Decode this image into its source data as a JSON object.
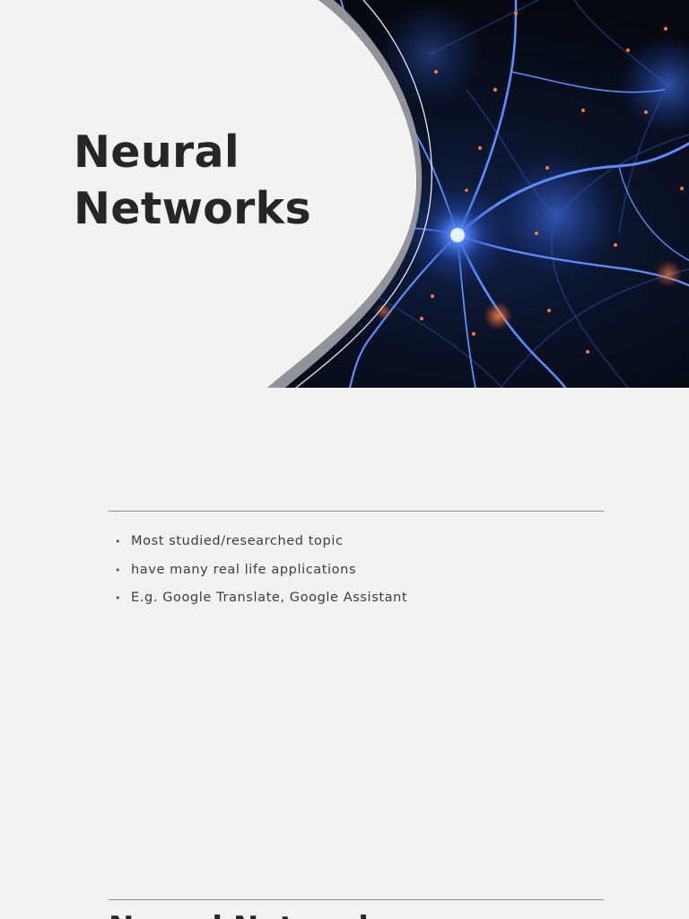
{
  "slides": [
    {
      "title_lines": [
        "Neural",
        "Networks"
      ]
    },
    {
      "bullets": [
        "Most studied/researched topic",
        "have many real life applications",
        "E.g. Google Translate, Google Assistant"
      ]
    },
    {
      "heading": "Neural Networks"
    }
  ],
  "colors": {
    "slide_bg": "#f1f2f1",
    "title_text": "#262626",
    "body_text": "#3d3d3d",
    "rule": "#8c8c8c",
    "neuron_glow": "#4a7dff",
    "synapse_dot": "#ff7a3d"
  }
}
